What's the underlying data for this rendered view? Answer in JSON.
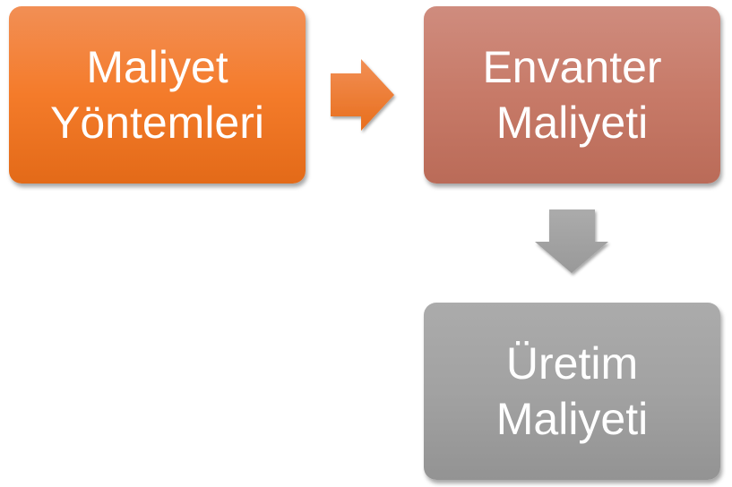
{
  "diagram": {
    "nodes": [
      {
        "id": "maliyet-yontemleri",
        "lines": [
          "Maliyet",
          "Yöntemleri"
        ],
        "color": "#f47b2a"
      },
      {
        "id": "envanter-maliyeti",
        "lines": [
          "Envanter",
          "Maliyeti"
        ],
        "color": "#c77a68"
      },
      {
        "id": "uretim-maliyeti",
        "lines": [
          "Üretim",
          "Maliyeti"
        ],
        "color": "#a2a2a2"
      }
    ],
    "edges": [
      {
        "from": "maliyet-yontemleri",
        "to": "envanter-maliyeti",
        "direction": "right",
        "color": "#f47b2a"
      },
      {
        "from": "envanter-maliyeti",
        "to": "uretim-maliyeti",
        "direction": "down",
        "color": "#a2a2a2"
      }
    ]
  }
}
